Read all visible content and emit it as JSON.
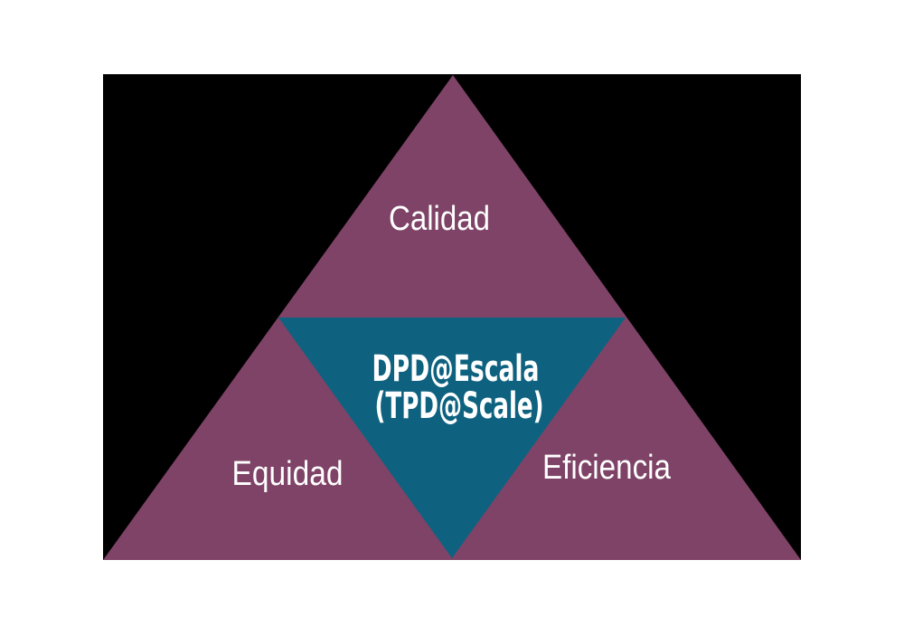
{
  "colors": {
    "page_bg": "#ffffff",
    "panel_bg": "#000000",
    "outer_triangle": "#7e4366",
    "inner_triangle": "#0e6280",
    "label_text": "#ffffff"
  },
  "diagram": {
    "outer_triangle_labels": {
      "top": "Calidad",
      "left": "Equidad",
      "right": "Eficiencia"
    },
    "center": {
      "line1": "DPD@Escala",
      "line2": "(TPD@Scale)"
    }
  }
}
